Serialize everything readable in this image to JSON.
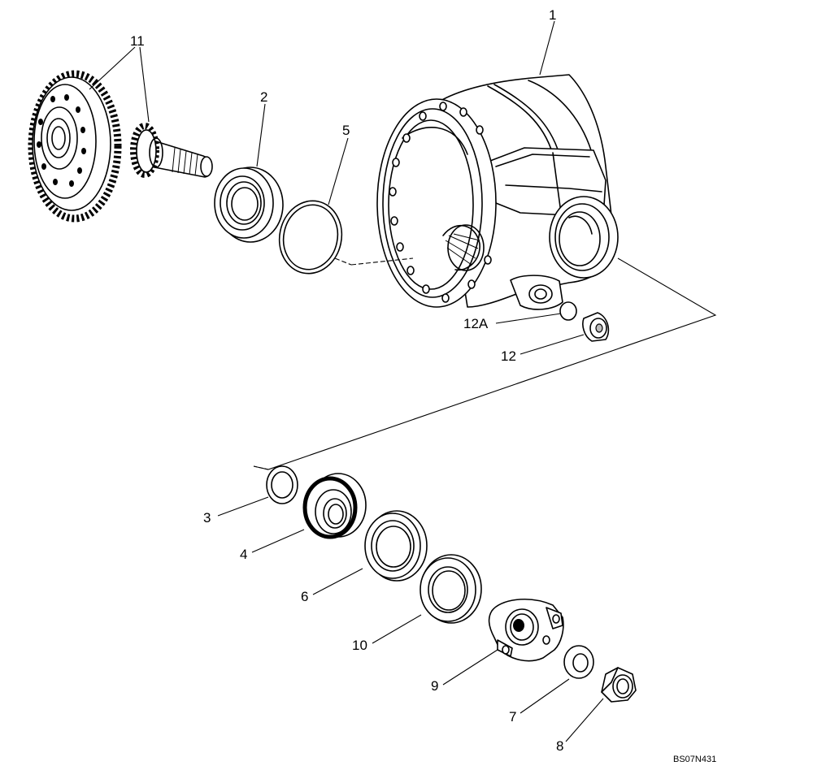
{
  "parts": [
    {
      "id": "housing",
      "callout": "1"
    },
    {
      "id": "bearing-cup",
      "callout": "2"
    },
    {
      "id": "shim",
      "callout": "3"
    },
    {
      "id": "bearing-cone",
      "callout": "4"
    },
    {
      "id": "o-ring",
      "callout": "5"
    },
    {
      "id": "seal",
      "callout": "6"
    },
    {
      "id": "washer",
      "callout": "7"
    },
    {
      "id": "nut",
      "callout": "8"
    },
    {
      "id": "yoke",
      "callout": "9"
    },
    {
      "id": "seal-outer",
      "callout": "10"
    },
    {
      "id": "ring-gear-and-pinion",
      "callout": "11"
    },
    {
      "id": "plug",
      "callout": "12"
    },
    {
      "id": "plug-o-ring",
      "callout": "12A"
    }
  ],
  "reference_code": "BS07N431"
}
